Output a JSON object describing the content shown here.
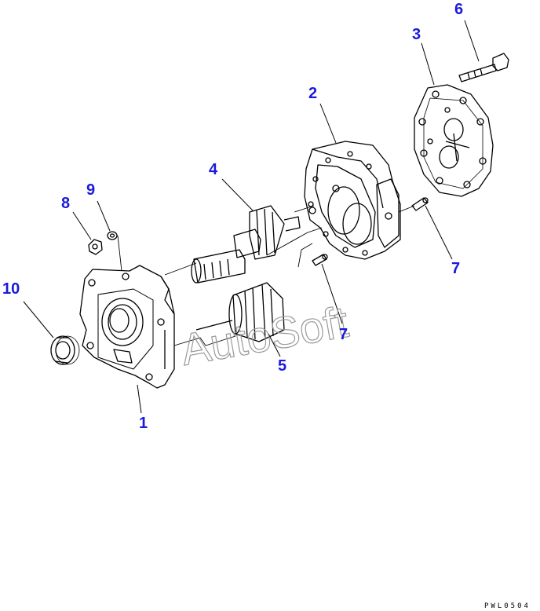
{
  "diagram": {
    "callouts": [
      {
        "id": "c1",
        "label": "1"
      },
      {
        "id": "c2",
        "label": "2"
      },
      {
        "id": "c3",
        "label": "3"
      },
      {
        "id": "c4",
        "label": "4"
      },
      {
        "id": "c5",
        "label": "5"
      },
      {
        "id": "c6",
        "label": "6"
      },
      {
        "id": "c7a",
        "label": "7"
      },
      {
        "id": "c7b",
        "label": "7"
      },
      {
        "id": "c8",
        "label": "8"
      },
      {
        "id": "c9",
        "label": "9"
      },
      {
        "id": "c10",
        "label": "10"
      }
    ],
    "watermark": "AutoSoft",
    "drawing_code": "PWL0504",
    "colors": {
      "callout": "#1a1adc",
      "line": "#000000",
      "watermark": "#9a9a9a"
    }
  }
}
